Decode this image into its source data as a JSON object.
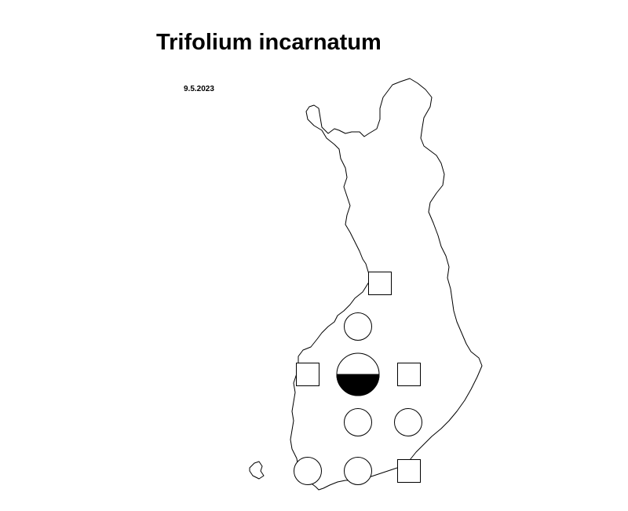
{
  "map": {
    "title": "Trifolium incarnatum",
    "date": "9.5.2023",
    "colors": {
      "outline": "#000000",
      "fill": "#ffffff",
      "marker_fill": "#000000"
    },
    "markers": [
      {
        "symbol": "square"
      },
      {
        "symbol": "circle"
      },
      {
        "symbol": "square"
      },
      {
        "symbol": "half-filled-circle"
      },
      {
        "symbol": "square"
      },
      {
        "symbol": "circle"
      },
      {
        "symbol": "circle"
      },
      {
        "symbol": "circle"
      },
      {
        "symbol": "circle"
      },
      {
        "symbol": "square"
      }
    ]
  }
}
